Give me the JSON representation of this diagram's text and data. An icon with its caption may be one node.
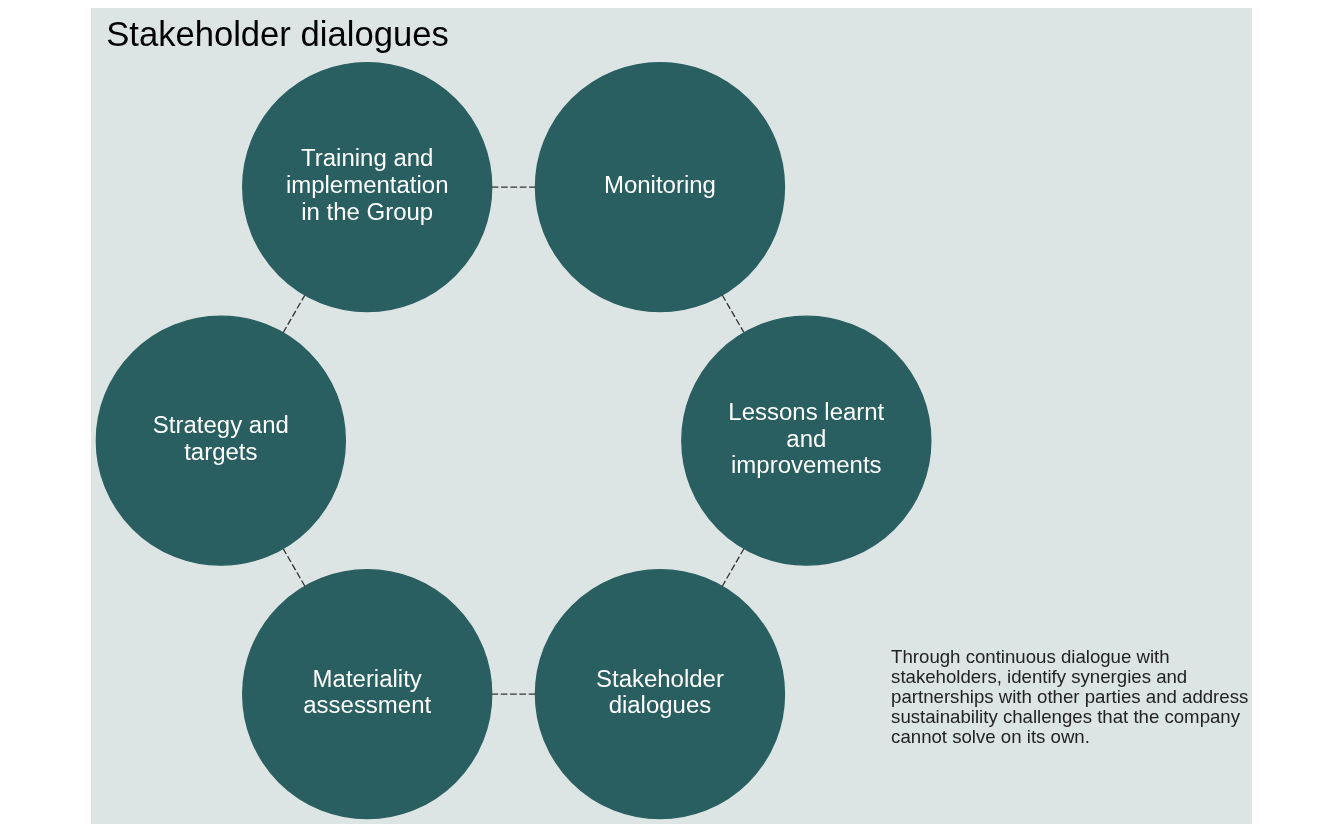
{
  "diagram": {
    "title": "Stakeholder dialogues",
    "nodes": [
      {
        "text": [
          "Stakeholder dialogues"
        ]
      },
      {
        "text": [
          "Materiality assessment"
        ]
      },
      {
        "text": [
          "Strategy and targets"
        ]
      },
      {
        "text": [
          "Training and implementation in the Group"
        ]
      },
      {
        "text": [
          "Monitoring"
        ]
      },
      {
        "text": [
          "Lessons learnt and improvements"
        ]
      }
    ],
    "edges": [
      {
        "from": 0,
        "to": 1,
        "arrow": "none",
        "style": "dashed"
      },
      {
        "from": 1,
        "to": 2,
        "arrow": "none",
        "style": "dashed"
      },
      {
        "from": 2,
        "to": 3,
        "arrow": "none",
        "style": "dashed"
      },
      {
        "from": 3,
        "to": 4,
        "arrow": "none",
        "style": "dashed"
      },
      {
        "from": 4,
        "to": 5,
        "arrow": "none",
        "style": "dashed"
      },
      {
        "from": 5,
        "to": 0,
        "arrow": "none",
        "style": "dashed"
      }
    ],
    "labels": [
      "Through continuous dialogue with stakeholders, identify synergies and partnerships with other parties and address sustainability challenges that the company cannot solve on its own."
    ]
  }
}
